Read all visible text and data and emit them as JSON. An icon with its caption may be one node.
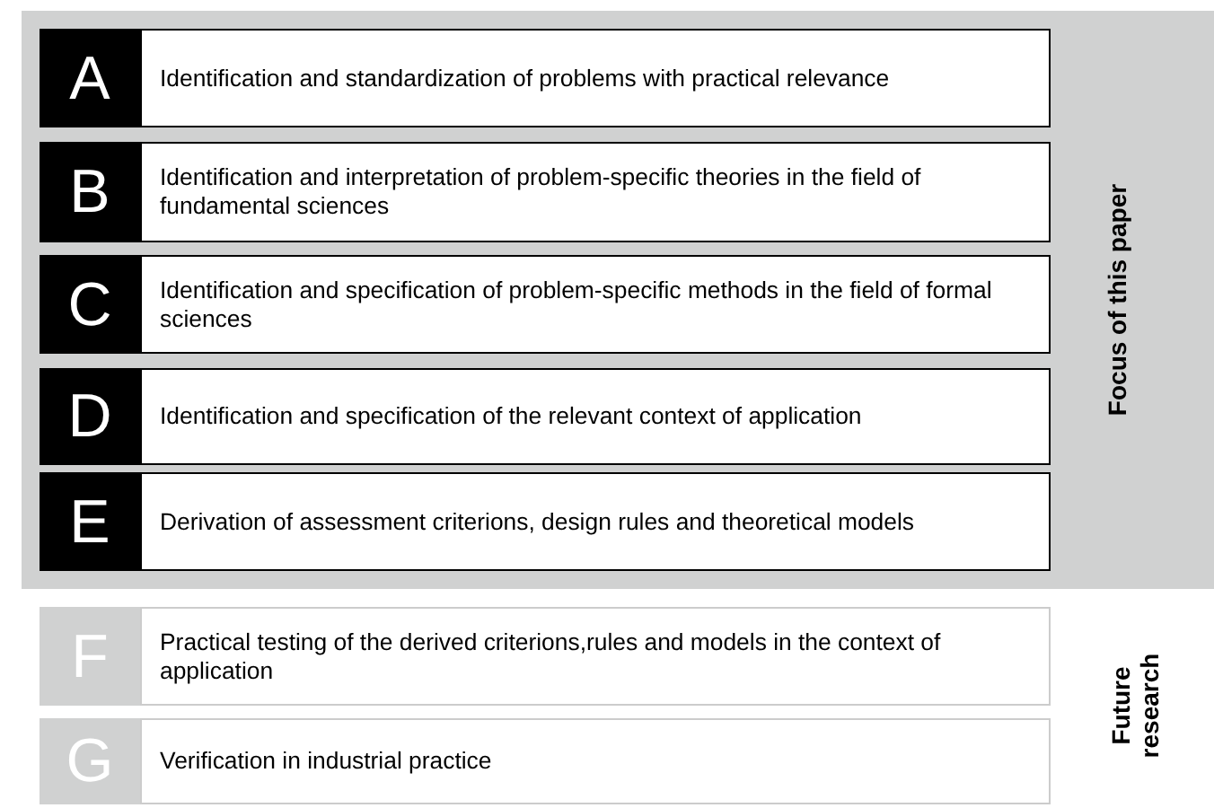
{
  "diagram": {
    "nodes": [
      {
        "text": [
          "Focus of this paper"
        ]
      },
      {
        "text": [
          "A",
          "Identification and standardization of problems with practical relevance"
        ],
        "in": 0
      },
      {
        "text": [
          "B",
          "Identification and interpretation of problem-specific theories in the field of fundamental sciences"
        ],
        "in": 0
      },
      {
        "text": [
          "C",
          "Identification and specification of problem-specific methods in the field of formal sciences"
        ],
        "in": 0
      },
      {
        "text": [
          "D",
          "Identification and specification of the relevant context of application"
        ],
        "in": 0
      },
      {
        "text": [
          "E",
          "Derivation of assessment criterions, design rules and theoretical models"
        ],
        "in": 0
      },
      {
        "text": [
          "F",
          "Practical testing of the derived criterions,rules and models in the context of application"
        ]
      },
      {
        "text": [
          "G",
          "Verification in industrial practice"
        ]
      }
    ],
    "labels": [
      "Future research"
    ]
  }
}
